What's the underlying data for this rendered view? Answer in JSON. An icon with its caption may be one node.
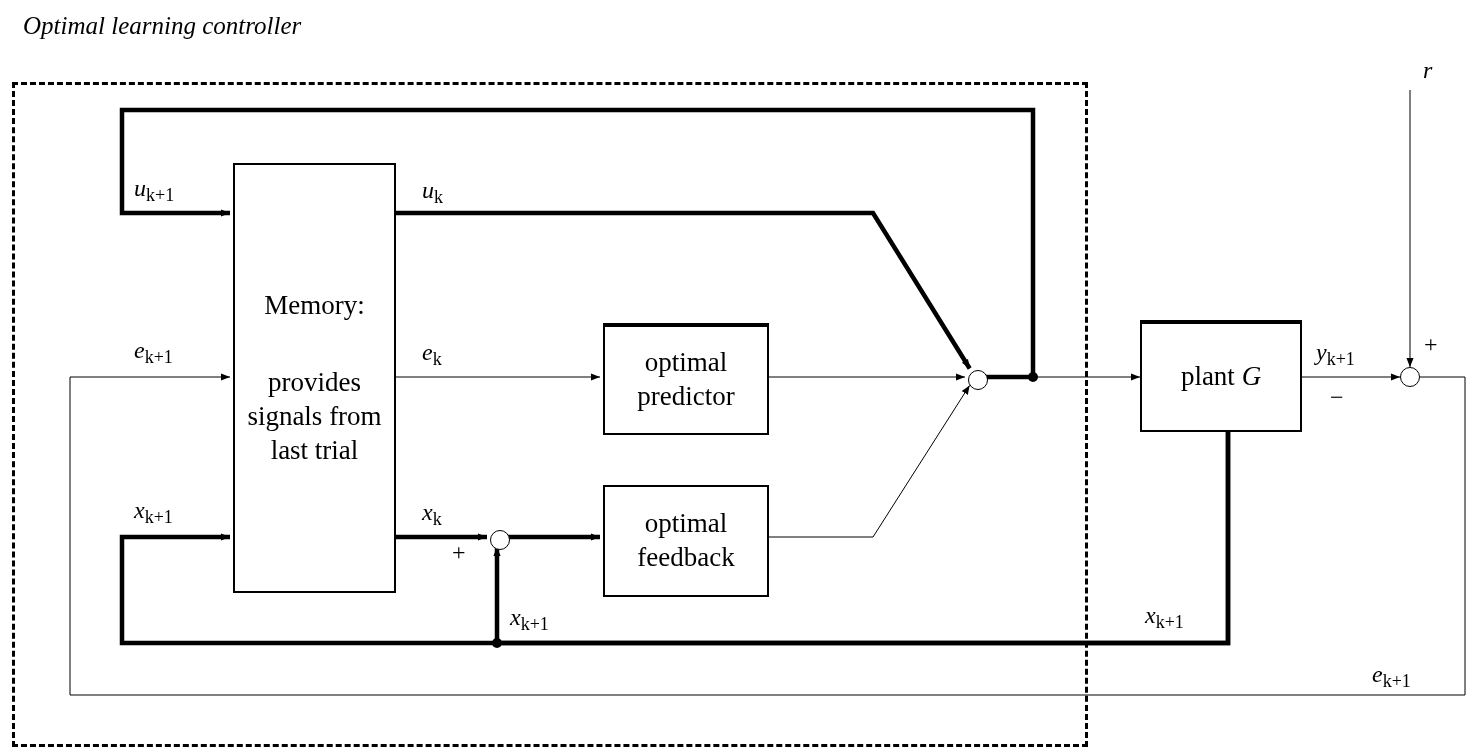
{
  "diagram": {
    "nodes": [
      {
        "text": [
          "Optimal learning controller"
        ]
      },
      {
        "text": [
          "Memory:",
          "provides signals from last trial"
        ],
        "in": 0
      },
      {
        "text": [
          "optimal predictor"
        ],
        "in": 0
      },
      {
        "text": [
          "optimal feedback"
        ],
        "in": 0
      },
      {
        "text": [],
        "shape": "circle",
        "in": 0
      },
      {
        "text": [],
        "shape": "circle",
        "in": 0
      },
      {
        "text": [
          "plant *G*"
        ]
      },
      {
        "text": [],
        "shape": "circle"
      }
    ],
    "edges": [
      {
        "from": 4,
        "to": 6,
        "arrow": "to"
      },
      {
        "from": 4,
        "to": 1,
        "arrow": "to",
        "label": "*u*$_{k+1}$",
        "style": "thick"
      },
      {
        "from": 1,
        "to": 4,
        "arrow": "to",
        "label": "*u*$_{k}$",
        "style": "thick"
      },
      {
        "from": 1,
        "to": 2,
        "arrow": "to",
        "label": "*e*$_{k}$"
      },
      {
        "from": 2,
        "to": 4,
        "arrow": "to"
      },
      {
        "from": 1,
        "to": 5,
        "arrow": "to",
        "label": "*x*$_{k}$",
        "style": "thick"
      },
      {
        "from": 5,
        "to": 3,
        "arrow": "to",
        "style": "thick"
      },
      {
        "from": 3,
        "to": 4,
        "arrow": "to"
      },
      {
        "from": 6,
        "to": 5,
        "arrow": "to",
        "label": "*x*$_{k+1}$",
        "style": "thick"
      },
      {
        "from": 6,
        "to": 1,
        "arrow": "to",
        "label": "*x*$_{k+1}$",
        "style": "thick"
      },
      {
        "from": 6,
        "to": 7,
        "arrow": "to",
        "label": "*y*$_{k+1}$"
      },
      {
        "from": null,
        "to": 7,
        "arrow": "to",
        "label": "*r*"
      },
      {
        "from": 7,
        "to": 1,
        "arrow": "to",
        "label": "*e*$_{k+1}$"
      }
    ],
    "labels": [
      "*x*$_{k+1}$",
      "*e*$_{k+1}$",
      "+",
      "−",
      "+"
    ]
  }
}
